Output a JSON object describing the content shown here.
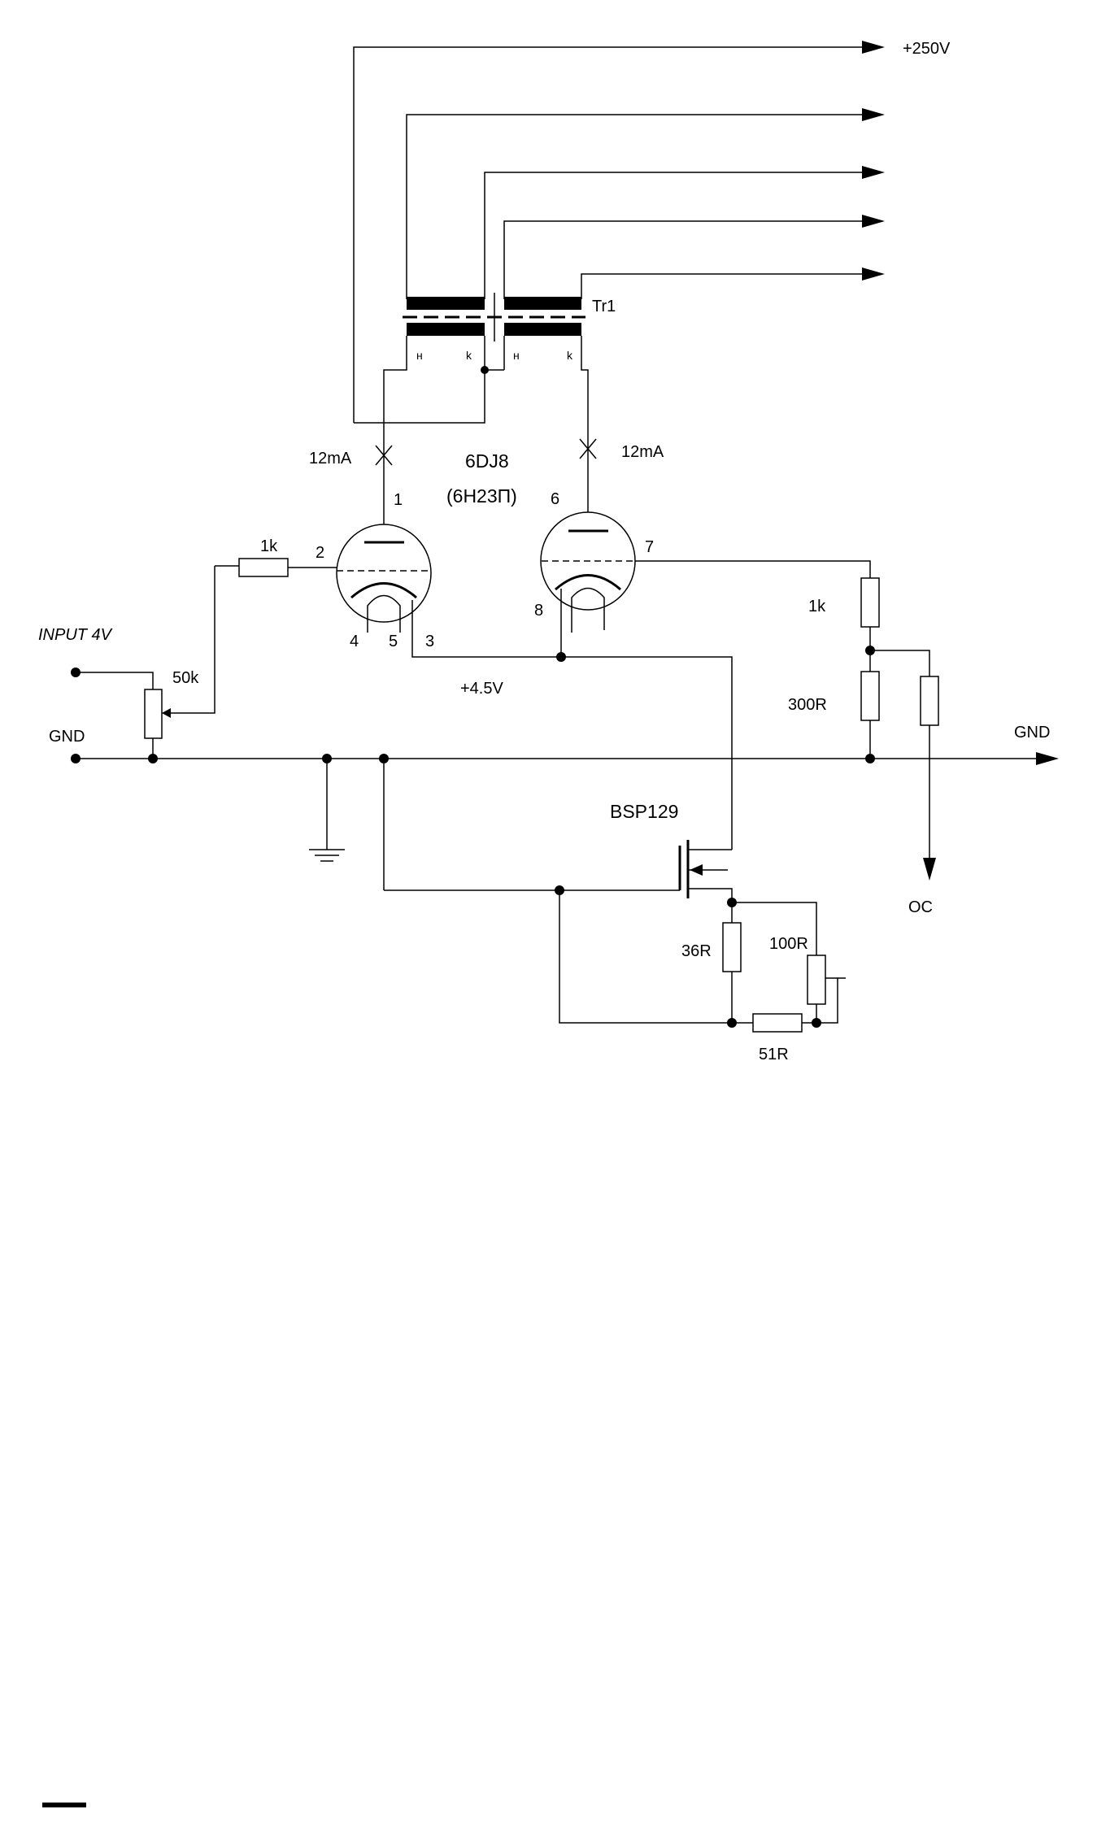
{
  "labels": {
    "supply_voltage": "+250V",
    "transformer": "Tr1",
    "winding_n_left": "н",
    "winding_k_left": "k",
    "winding_n_right": "н",
    "winding_k_right": "k",
    "current_left": "12mA",
    "current_right": "12mA",
    "tube_type": "6DJ8",
    "tube_type_alt": "(6H23П)",
    "pin_1": "1",
    "pin_2": "2",
    "pin_3": "3",
    "pin_4": "4",
    "pin_5": "5",
    "pin_6": "6",
    "pin_7": "7",
    "pin_8": "8",
    "input": "INPUT 4V",
    "gnd_left": "GND",
    "gnd_right": "GND",
    "r_grid": "1k",
    "pot_input": "50k",
    "cathode_voltage": "+4.5V",
    "r_top_right": "1k",
    "r_bottom_right": "300R",
    "mosfet": "BSP129",
    "output": "OC",
    "r_source": "36R",
    "pot_source": "100R",
    "r_source_series": "51R"
  }
}
